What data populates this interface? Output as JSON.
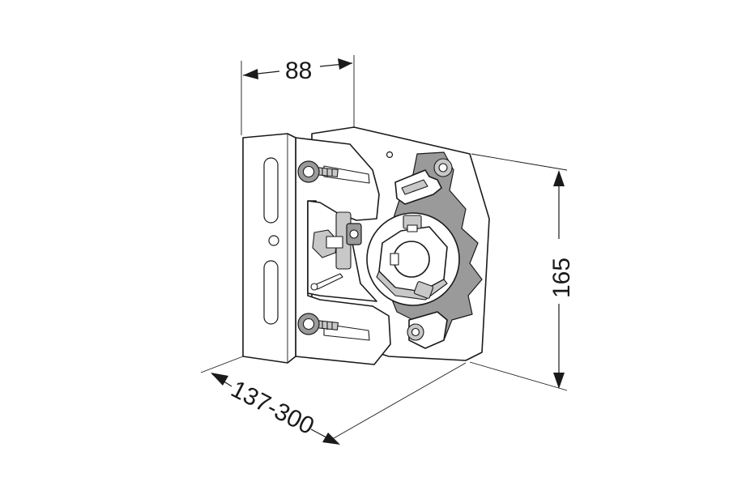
{
  "dimensions": {
    "width": "88",
    "height": "165",
    "depth": "137-300"
  },
  "colors": {
    "line": "#1a1a1a",
    "metal_gray": "#9a9a9a",
    "background": "#ffffff"
  }
}
